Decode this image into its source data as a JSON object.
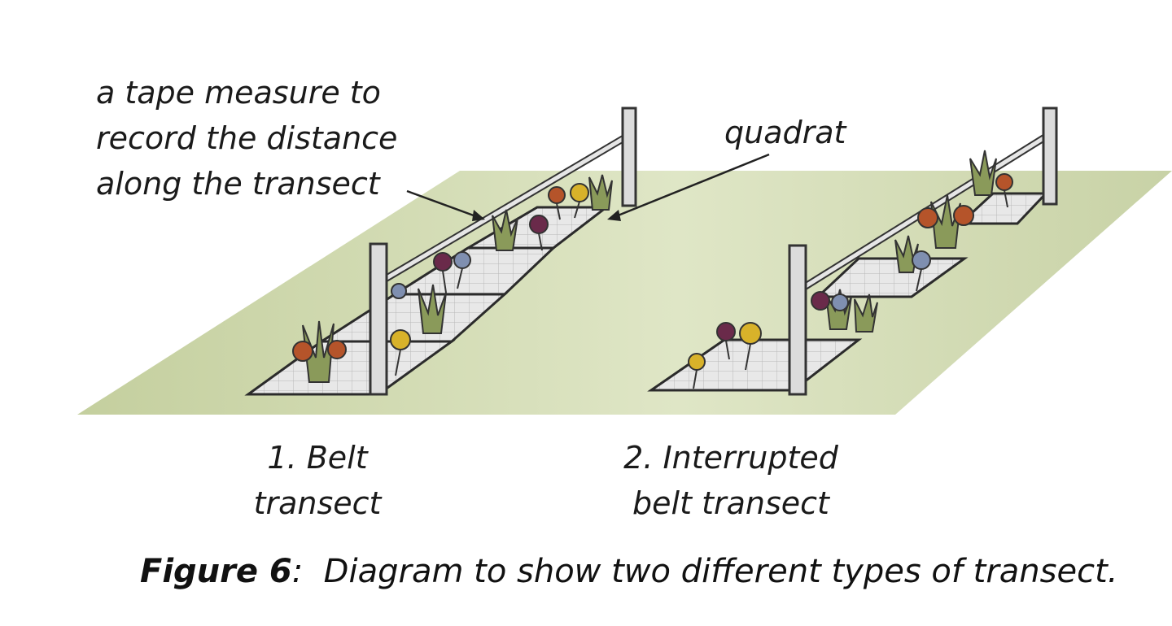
{
  "annotation_tape": [
    "a tape measure to",
    "record the distance",
    "along the transect"
  ],
  "annotation_quadrat": "quadrat",
  "caption_belt": [
    "1. Belt",
    "transect"
  ],
  "caption_interrupted": [
    "2. Interrupted",
    "belt transect"
  ],
  "figure_caption": {
    "label": "Figure 6",
    "separator": ":",
    "text": "  Diagram to show two different types of transect."
  },
  "colors": {
    "ground": "#c8d2a6",
    "quadrat_fill": "#e8e8e8",
    "quadrat_line": "#2b2b2b",
    "post": "#dcdcdc",
    "flower_red": "#b5542a",
    "flower_yellow": "#d8b22a",
    "flower_purple": "#6a2a4a",
    "flower_blue": "#7f8fb0",
    "stem": "#5b6b3a"
  }
}
